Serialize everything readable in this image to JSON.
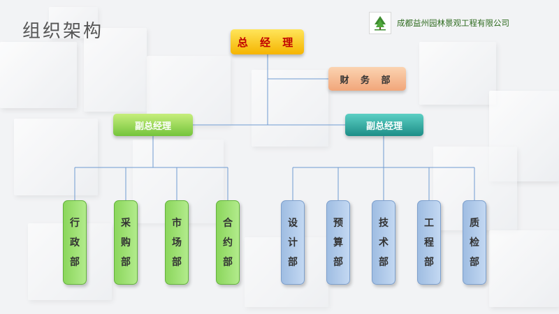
{
  "page": {
    "title": "组织架构"
  },
  "company": {
    "name": "成都益州园林景观工程有限公司",
    "logo_icon": "tree-logo-icon"
  },
  "org": {
    "general_manager": "总 经 理",
    "finance": "财 务 部",
    "vp_left": "副总经理",
    "vp_right": "副总经理",
    "depts_left": [
      {
        "name": "行政部"
      },
      {
        "name": "采购部"
      },
      {
        "name": "市场部"
      },
      {
        "name": "合约部"
      }
    ],
    "depts_right": [
      {
        "name": "设计部"
      },
      {
        "name": "预算部"
      },
      {
        "name": "技术部"
      },
      {
        "name": "工程部"
      },
      {
        "name": "质检部"
      }
    ]
  },
  "colors": {
    "gm": "#f5b400",
    "finance": "#f1a67a",
    "vp_left": "#74c43c",
    "vp_right": "#1d8e87",
    "dept_green": "#8bd65c",
    "dept_blue": "#9fbde2",
    "line": "#6f9bd1"
  }
}
